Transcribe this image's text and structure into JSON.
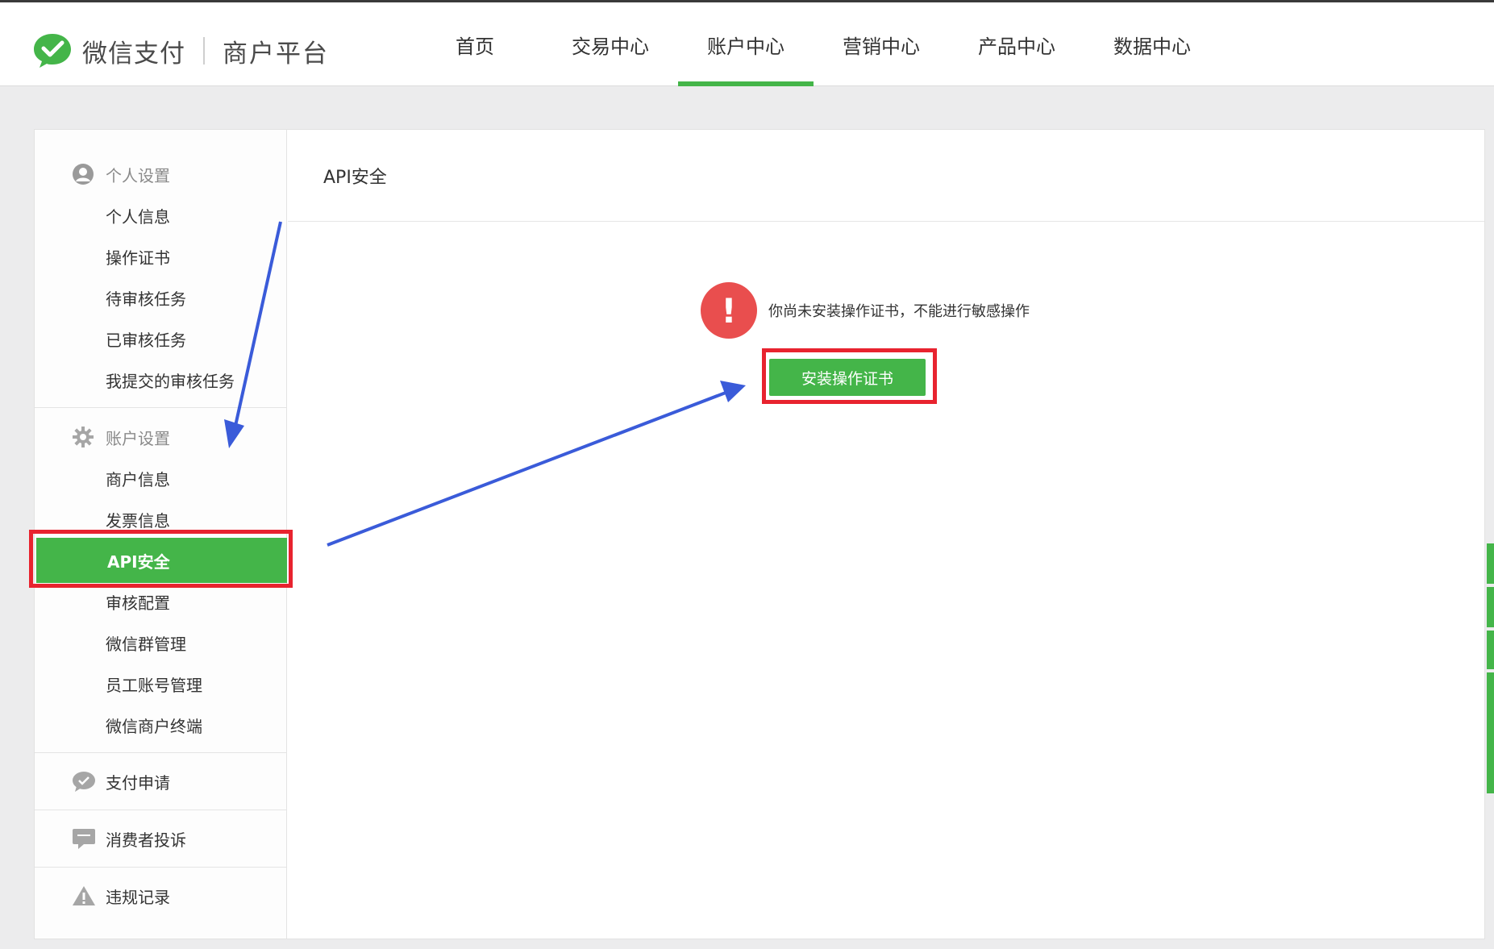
{
  "header": {
    "brand": "微信支付",
    "brand_sub": "商户平台",
    "nav": [
      {
        "label": "首页",
        "active": false
      },
      {
        "label": "交易中心",
        "active": false
      },
      {
        "label": "账户中心",
        "active": true
      },
      {
        "label": "营销中心",
        "active": false
      },
      {
        "label": "产品中心",
        "active": false
      },
      {
        "label": "数据中心",
        "active": false
      }
    ]
  },
  "sidebar": {
    "personal": {
      "title": "个人设置",
      "icon": "user-icon",
      "items": [
        "个人信息",
        "操作证书",
        "待审核任务",
        "已审核任务",
        "我提交的审核任务"
      ]
    },
    "account": {
      "title": "账户设置",
      "icon": "gear-icon",
      "items": [
        "商户信息",
        "发票信息",
        "API安全",
        "审核配置",
        "微信群管理",
        "员工账号管理",
        "微信商户终端"
      ],
      "active_item": "API安全"
    },
    "pay_apply": {
      "label": "支付申请",
      "icon": "chat-bubble-icon"
    },
    "complaints": {
      "label": "消费者投诉",
      "icon": "message-icon"
    },
    "violations": {
      "label": "违规记录",
      "icon": "warning-icon"
    }
  },
  "content": {
    "title": "API安全",
    "warning_text": "你尚未安装操作证书，不能进行敏感操作",
    "install_button": "安装操作证书"
  },
  "colors": {
    "accent_green": "#44b549",
    "warning_red": "#e94e4e",
    "annotation_red": "#e8232f",
    "annotation_arrow": "#3a5bd9"
  }
}
